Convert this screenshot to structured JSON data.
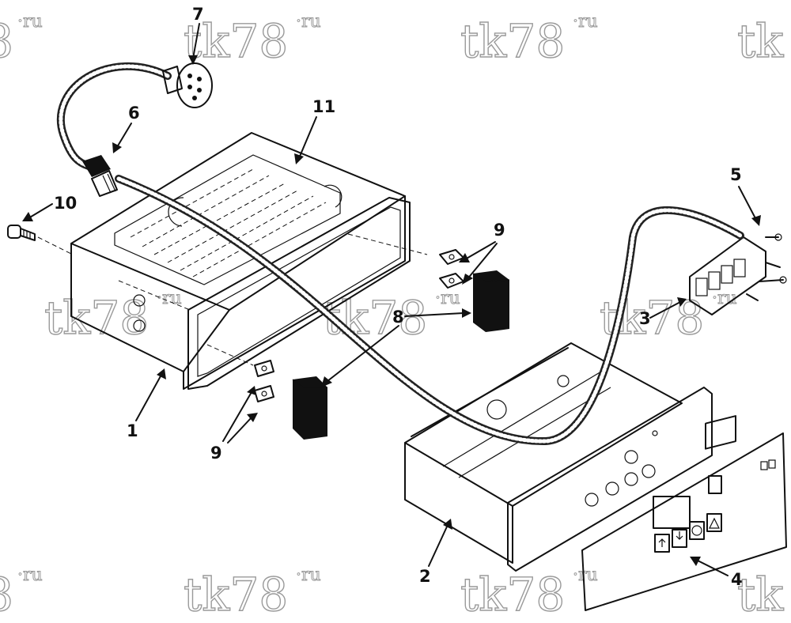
{
  "watermark": {
    "text": "tk78",
    "suffix": "·ru",
    "partial_left_text": "8",
    "partial_right_text": "tk"
  },
  "callouts": {
    "c1": "1",
    "c2": "2",
    "c3": "3",
    "c4": "4",
    "c5": "5",
    "c6": "6",
    "c7": "7",
    "c8": "8",
    "c9_top": "9",
    "c9_bottom": "9",
    "c10": "10",
    "c11": "11"
  }
}
